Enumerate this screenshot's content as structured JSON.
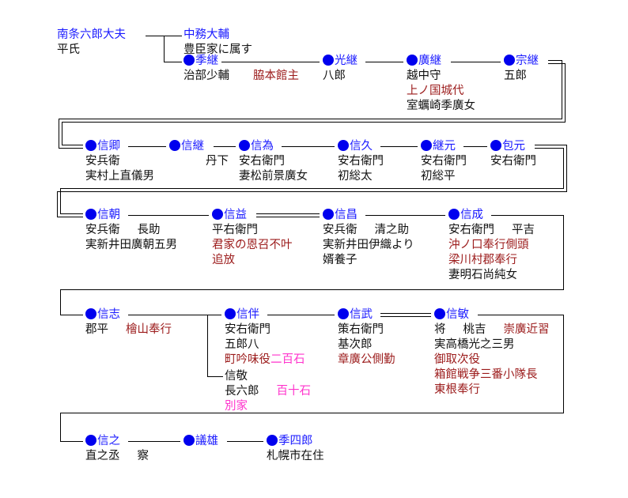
{
  "people": [
    {
      "name": "南条六郎大夫",
      "dot": false,
      "lines": [
        [
          {
            "t": "平氏"
          }
        ]
      ]
    },
    {
      "name": "中務大輔",
      "dot": false,
      "lines": [
        [
          {
            "t": "豊臣家に属す"
          }
        ]
      ]
    },
    {
      "name": "季継",
      "dot": true,
      "lines": [
        [
          {
            "t": "治部少輔"
          },
          {
            "t": "脇本館主",
            "c": "red",
            "gap": 1
          }
        ]
      ]
    },
    {
      "name": "光継",
      "dot": true,
      "lines": [
        [
          {
            "t": "八郎"
          }
        ]
      ]
    },
    {
      "name": "廣継",
      "dot": true,
      "lines": [
        [
          {
            "t": "越中守"
          }
        ],
        [
          {
            "t": "上ノ国城代",
            "c": "red"
          }
        ],
        [
          {
            "t": "室蠣崎季廣女"
          }
        ]
      ]
    },
    {
      "name": "宗継",
      "dot": true,
      "lines": [
        [
          {
            "t": "五郎"
          }
        ]
      ]
    },
    {
      "name": "信卿",
      "dot": true,
      "lines": [
        [
          {
            "t": "安兵衛"
          }
        ],
        [
          {
            "t": "実村上直儀男"
          }
        ]
      ]
    },
    {
      "name": "信継",
      "dot": true,
      "lines": [
        [
          {
            "t": "丹下",
            "gap": 1
          }
        ]
      ]
    },
    {
      "name": "信為",
      "dot": true,
      "lines": [
        [
          {
            "t": "安右衛門"
          }
        ],
        [
          {
            "t": "妻松前景廣女"
          }
        ]
      ]
    },
    {
      "name": "信久",
      "dot": true,
      "lines": [
        [
          {
            "t": "安右衛門"
          }
        ],
        [
          {
            "t": "初総太"
          }
        ]
      ]
    },
    {
      "name": "継元",
      "dot": true,
      "lines": [
        [
          {
            "t": "安右衛門"
          }
        ],
        [
          {
            "t": "初総平"
          }
        ]
      ]
    },
    {
      "name": "包元",
      "dot": true,
      "lines": [
        [
          {
            "t": "安右衛門"
          }
        ]
      ]
    },
    {
      "name": "信朝",
      "dot": true,
      "lines": [
        [
          {
            "t": "安兵衛"
          },
          {
            "t": "長助",
            "gap": 1
          }
        ],
        [
          {
            "t": "実新井田廣朝五男"
          }
        ]
      ]
    },
    {
      "name": "信益",
      "dot": true,
      "lines": [
        [
          {
            "t": "平右衛門"
          }
        ],
        [
          {
            "t": "君家の恩召不叶",
            "c": "red"
          }
        ],
        [
          {
            "t": "追放",
            "c": "red"
          }
        ]
      ]
    },
    {
      "name": "信昌",
      "dot": true,
      "lines": [
        [
          {
            "t": "安兵衛"
          },
          {
            "t": "清之助",
            "gap": 1
          }
        ],
        [
          {
            "t": "実新井田伊織より"
          }
        ],
        [
          {
            "t": "婿養子"
          }
        ]
      ]
    },
    {
      "name": "信成",
      "dot": true,
      "lines": [
        [
          {
            "t": "安右衛門"
          },
          {
            "t": "平吉",
            "gap": 1
          }
        ],
        [
          {
            "t": "沖ノ口奉行側頭",
            "c": "red"
          }
        ],
        [
          {
            "t": "梁川村郡奉行",
            "c": "red"
          }
        ],
        [
          {
            "t": "妻明石尚純女"
          }
        ]
      ]
    },
    {
      "name": "信志",
      "dot": true,
      "lines": [
        [
          {
            "t": "郡平"
          },
          {
            "t": "檜山奉行",
            "c": "red",
            "gap": 1
          }
        ]
      ]
    },
    {
      "name": "信伴",
      "dot": true,
      "lines": [
        [
          {
            "t": "安右衛門"
          }
        ],
        [
          {
            "t": "五郎八"
          }
        ],
        [
          {
            "t": "町吟味役",
            "c": "red"
          },
          {
            "t": "二百石",
            "c": "magenta"
          }
        ]
      ]
    },
    {
      "name": "信敬",
      "dot": false,
      "plain": true,
      "lines": [
        [
          {
            "t": "長六郎"
          },
          {
            "t": "百十石",
            "c": "magenta",
            "gap": 1
          }
        ],
        [
          {
            "t": "別家",
            "c": "magenta"
          }
        ]
      ]
    },
    {
      "name": "信武",
      "dot": true,
      "lines": [
        [
          {
            "t": "策右衛門"
          }
        ],
        [
          {
            "t": "基次郎"
          }
        ],
        [
          {
            "t": "章廣公側勤",
            "c": "red"
          }
        ]
      ]
    },
    {
      "name": "信敏",
      "dot": true,
      "lines": [
        [
          {
            "t": "将"
          },
          {
            "t": "桃吉",
            "gap": 1
          },
          {
            "t": "崇廣近習",
            "c": "red",
            "gap": 1
          }
        ],
        [
          {
            "t": "実高橋光之三男"
          }
        ],
        [
          {
            "t": "御取次役",
            "c": "red"
          }
        ],
        [
          {
            "t": "箱館戦争三番小隊長",
            "c": "red"
          }
        ],
        [
          {
            "t": "東根奉行",
            "c": "red"
          }
        ]
      ]
    },
    {
      "name": "信之",
      "dot": true,
      "lines": [
        [
          {
            "t": "直之丞"
          },
          {
            "t": "察",
            "gap": 1
          }
        ]
      ]
    },
    {
      "name": "議雄",
      "dot": true,
      "lines": []
    },
    {
      "name": "季四郎",
      "dot": true,
      "lines": [
        [
          {
            "t": "札幌市在住"
          }
        ]
      ]
    }
  ],
  "colors": {
    "name": "#1a1aff",
    "dot": "#0000ee",
    "note_red": "#9b1a1a",
    "note_magenta": "#ff33cc",
    "text": "#111111"
  }
}
